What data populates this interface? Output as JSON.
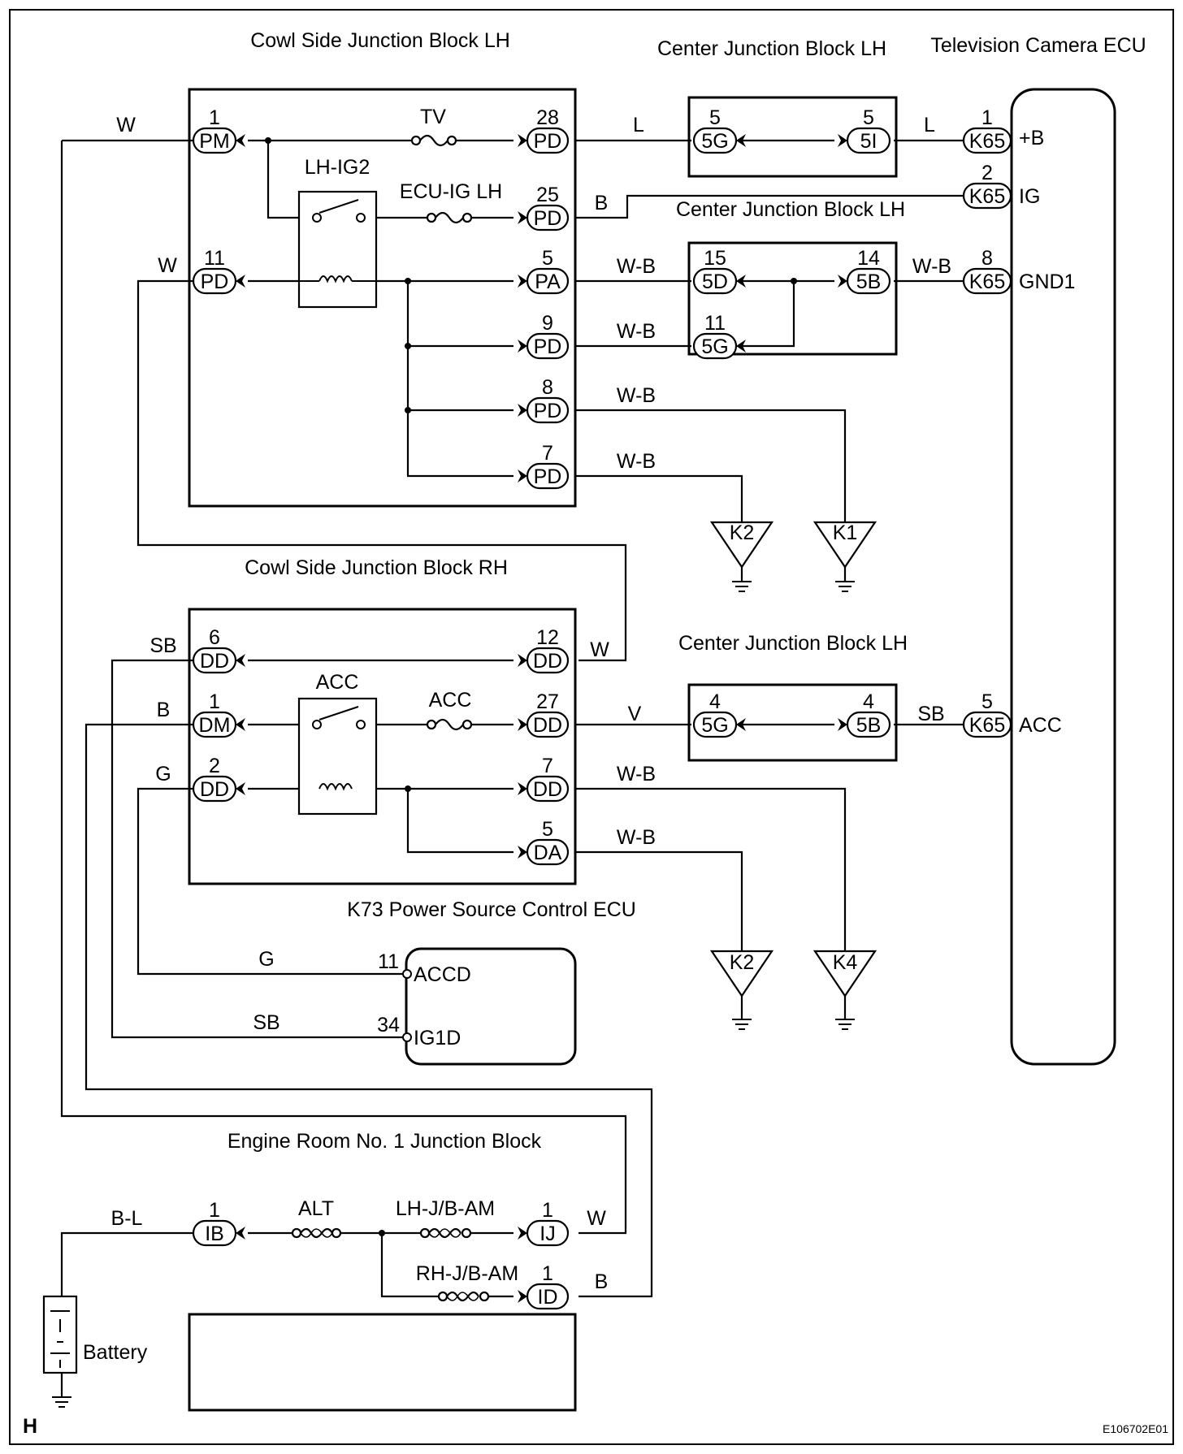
{
  "figure_code": "E106702E01",
  "page_marker": "H",
  "blocks": {
    "cowl_lh": "Cowl Side Junction Block LH",
    "center_lh_top": "Center Junction Block LH",
    "tv_ecu": "Television Camera ECU",
    "center_lh_mid": "Center Junction Block LH",
    "cowl_rh": "Cowl Side Junction Block RH",
    "center_lh_low": "Center Junction Block LH",
    "power_ecu": "K73 Power Source Control ECU",
    "engine_room": "Engine Room No. 1 Junction Block",
    "battery": "Battery"
  },
  "components": {
    "relay_lh_ig2": "LH-IG2",
    "relay_acc": "ACC",
    "fuse_tv": "TV",
    "fuse_ecu_ig_lh": "ECU-IG LH",
    "fuse_acc": "ACC",
    "fuse_alt": "ALT",
    "fuse_lh_jb_am": "LH-J/B-AM",
    "fuse_rh_jb_am": "RH-J/B-AM"
  },
  "connectors": {
    "pm1": {
      "num": "1",
      "code": "PM"
    },
    "pd28": {
      "num": "28",
      "code": "PD"
    },
    "pd25": {
      "num": "25",
      "code": "PD"
    },
    "pd11": {
      "num": "11",
      "code": "PD"
    },
    "pa5": {
      "num": "5",
      "code": "PA"
    },
    "pd9": {
      "num": "9",
      "code": "PD"
    },
    "pd8": {
      "num": "8",
      "code": "PD"
    },
    "pd7": {
      "num": "7",
      "code": "PD"
    },
    "c5g_5": {
      "num": "5",
      "code": "5G"
    },
    "c5i_5": {
      "num": "5",
      "code": "5I"
    },
    "c5d_15": {
      "num": "15",
      "code": "5D"
    },
    "c5b_14": {
      "num": "14",
      "code": "5B"
    },
    "c5g_11": {
      "num": "11",
      "code": "5G"
    },
    "k65_1": {
      "num": "1",
      "code": "K65"
    },
    "k65_2": {
      "num": "2",
      "code": "K65"
    },
    "k65_8": {
      "num": "8",
      "code": "K65"
    },
    "k65_5": {
      "num": "5",
      "code": "K65"
    },
    "dd6": {
      "num": "6",
      "code": "DD"
    },
    "dd12": {
      "num": "12",
      "code": "DD"
    },
    "dm1": {
      "num": "1",
      "code": "DM"
    },
    "dd27": {
      "num": "27",
      "code": "DD"
    },
    "dd2": {
      "num": "2",
      "code": "DD"
    },
    "dd7": {
      "num": "7",
      "code": "DD"
    },
    "da5": {
      "num": "5",
      "code": "DA"
    },
    "c5g_4": {
      "num": "4",
      "code": "5G"
    },
    "c5b_4": {
      "num": "4",
      "code": "5B"
    },
    "ib1": {
      "num": "1",
      "code": "IB"
    },
    "ij1": {
      "num": "1",
      "code": "IJ"
    },
    "id1": {
      "num": "1",
      "code": "ID"
    }
  },
  "ecu_terminals": {
    "plus_b": "+B",
    "ig": "IG",
    "gnd1": "GND1",
    "acc": "ACC"
  },
  "power_ecu_pins": {
    "accd": {
      "num": "11",
      "name": "ACCD"
    },
    "ig1d": {
      "num": "34",
      "name": "IG1D"
    }
  },
  "wire_colors": {
    "w_top": "W",
    "w_pd11": "W",
    "l_a": "L",
    "l_b": "L",
    "b_pd25": "B",
    "wb_pa5": "W-B",
    "wb_5b14": "W-B",
    "wb_pd9": "W-B",
    "wb_pd8": "W-B",
    "wb_pd7": "W-B",
    "sb_dd6": "SB",
    "w_dd12": "W",
    "b_dm1": "B",
    "g_dd2": "G",
    "v_dd27": "V",
    "sb_5b4": "SB",
    "wb_dd7": "W-B",
    "wb_da5": "W-B",
    "g_accd": "G",
    "sb_ig1d": "SB",
    "bl_bat": "B-L",
    "w_ij": "W",
    "b_id": "B"
  },
  "grounds": {
    "g1": "K2",
    "g2": "K1",
    "g3": "K2",
    "g4": "K4"
  }
}
